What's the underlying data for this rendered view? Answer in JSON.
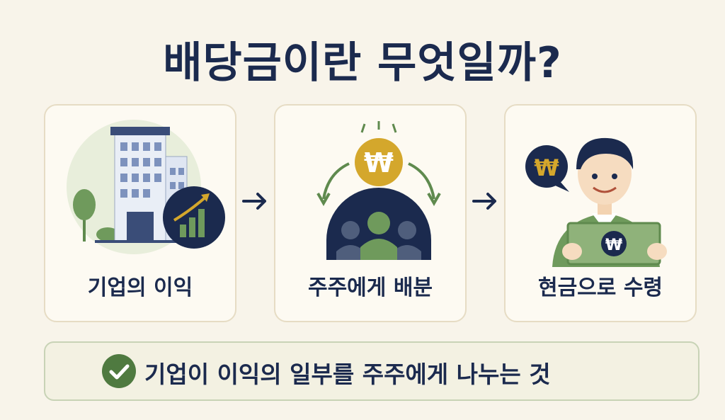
{
  "title": "배당금이란 무엇일까?",
  "steps": [
    {
      "label": "기업의 이익",
      "icon": "building-growth-icon"
    },
    {
      "label": "주주에게 배분",
      "icon": "shareholders-coin-icon"
    },
    {
      "label": "현금으로 수령",
      "icon": "person-cash-icon"
    }
  ],
  "currency_symbol": "₩",
  "summary": "기업이 이익의 일부를 주주에게 나누는 것",
  "colors": {
    "navy": "#1b2a4e",
    "green": "#5f8a4e",
    "gold": "#d4a72c",
    "background": "#f8f4ea"
  }
}
